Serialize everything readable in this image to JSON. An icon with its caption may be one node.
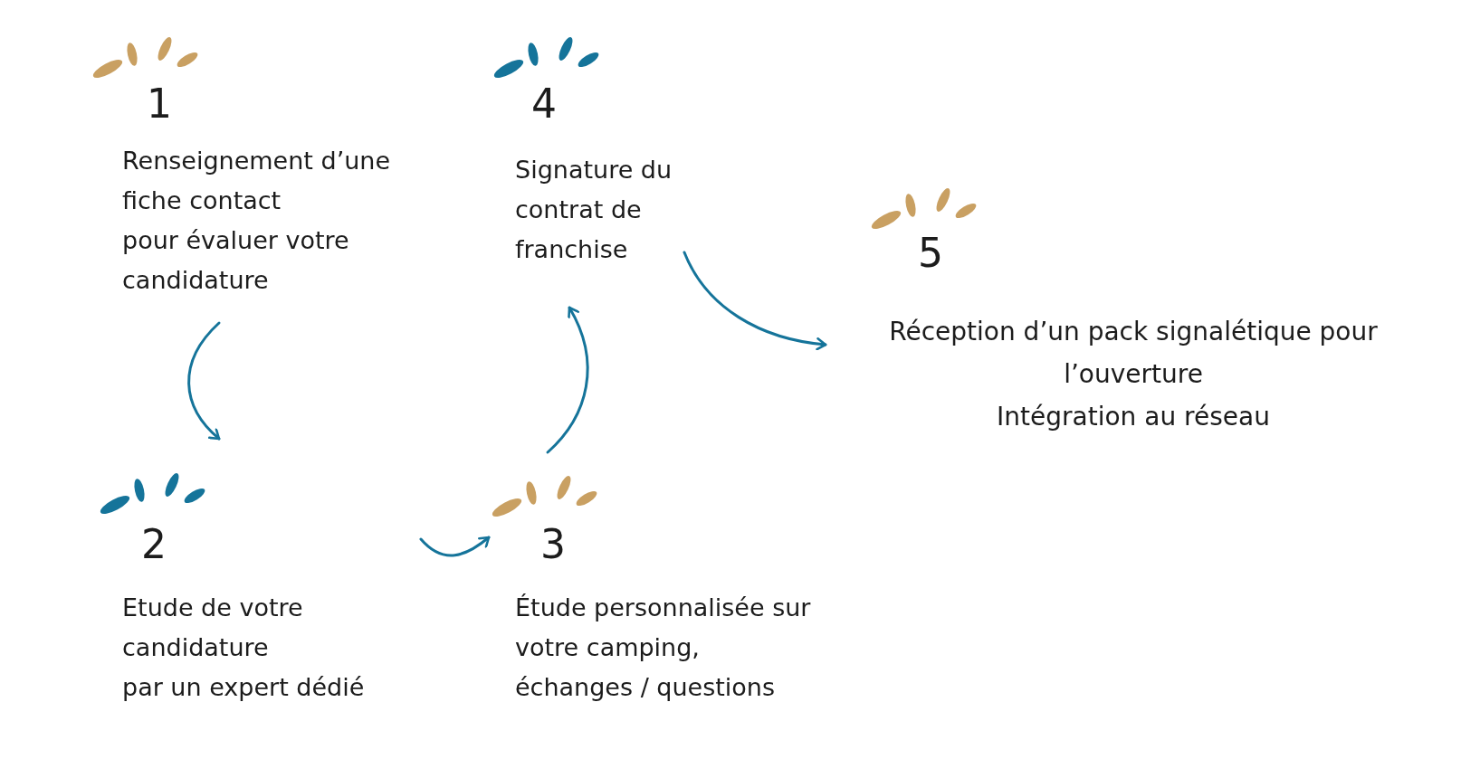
{
  "diagram": {
    "nodes": [
      {
        "text": [
          "1",
          "Renseignement d’une fiche contact",
          "pour évaluer votre candidature"
        ]
      },
      {
        "text": [
          "2",
          "Etude de votre candidature",
          "par un expert dédié"
        ]
      },
      {
        "text": [
          "3",
          "Étude personnalisée sur votre camping,",
          "échanges / questions"
        ]
      },
      {
        "text": [
          "4",
          "Signature du contrat de franchise"
        ]
      },
      {
        "text": [
          "5",
          "Réception d’un pack signalétique pour l’ouverture",
          "Intégration au réseau"
        ]
      }
    ],
    "edges": [
      {
        "from": 0,
        "to": 1,
        "arrow": "to"
      },
      {
        "from": 1,
        "to": 2,
        "arrow": "to"
      },
      {
        "from": 2,
        "to": 3,
        "arrow": "to"
      },
      {
        "from": 3,
        "to": 4,
        "arrow": "to"
      }
    ]
  }
}
